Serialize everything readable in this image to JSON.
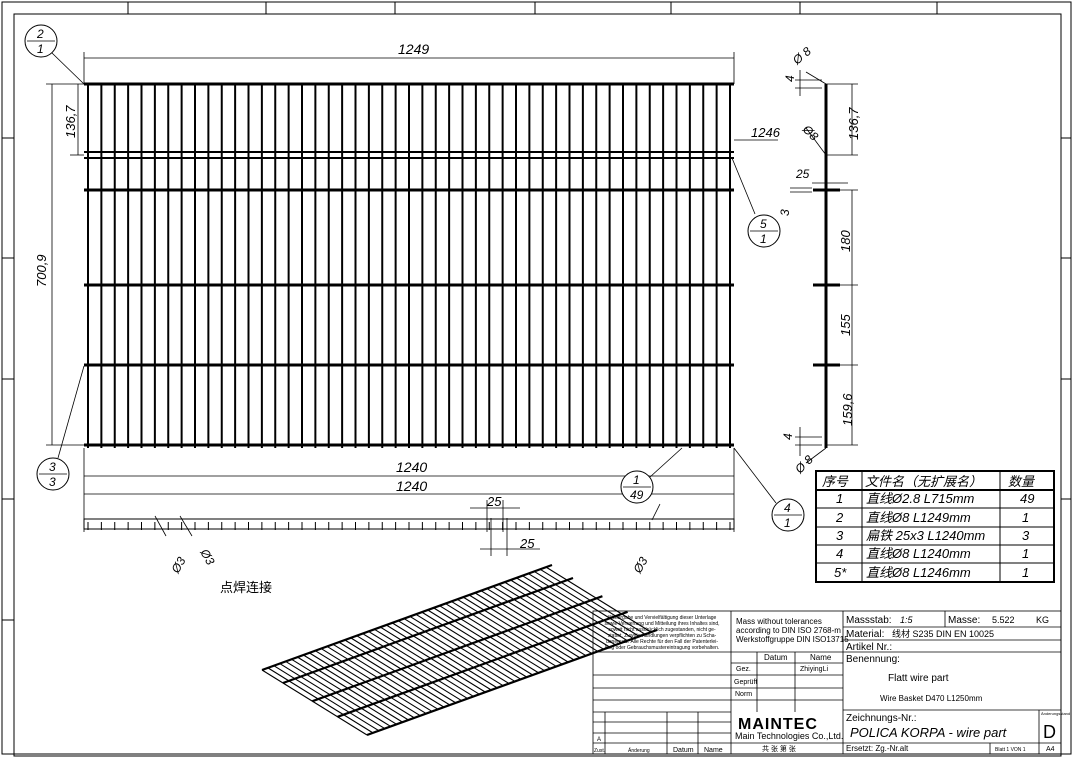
{
  "drawing": {
    "top_dims": {
      "overall_length": "1249",
      "right_length": "1246",
      "left_height": "136,7",
      "total_height": "700,9"
    },
    "side_dims": {
      "dia_top": "Ø 8",
      "dia_mid": "Ø8",
      "gap_top": "4",
      "h1": "136,7",
      "flat_w": "25",
      "flat_t": "3",
      "h2": "180",
      "h3": "155",
      "h4": "159,6",
      "gap_bottom": "4",
      "dia_bottom": "Ø 8"
    },
    "bottom_dims": {
      "l1": "1240",
      "l2": "1240",
      "d1": "25",
      "d2": "25",
      "wire1": "Ø3",
      "wire2": "Ø3",
      "wire3": "Ø3"
    },
    "weld_note": "点焊连接",
    "balloons": [
      {
        "top": "2",
        "bottom": "1"
      },
      {
        "top": "5",
        "bottom": "1"
      },
      {
        "top": "3",
        "bottom": "3"
      },
      {
        "top": "1",
        "bottom": "49"
      },
      {
        "top": "4",
        "bottom": "1"
      }
    ]
  },
  "bom": {
    "headers": [
      "序号",
      "文件名（无扩展名）",
      "数量"
    ],
    "rows": [
      {
        "no": "1",
        "name": "直线Ø2.8 L715mm",
        "qty": "49"
      },
      {
        "no": "2",
        "name": "直线Ø8 L1249mm",
        "qty": "1"
      },
      {
        "no": "3",
        "name": "扁铁 25x3 L1240mm",
        "qty": "3"
      },
      {
        "no": "4",
        "name": "直线Ø8 L1240mm",
        "qty": "1"
      },
      {
        "no": "5*",
        "name": "直线Ø8 L1246mm",
        "qty": "1"
      }
    ]
  },
  "title_block": {
    "copyright": [
      "Weitergabe und Vervielfältigung dieser Unterlage",
      "sowie Verwertung und Mitteilung ihres Inhaltes sind,",
      "soweit nicht ausdrücklich zugestanden, nicht ge-",
      "stattet. Zuwiderhandlungen verpflichten zu Scha-",
      "denersatz. Alle Rechte für den Fall der Patenterlei-",
      "lung oder Gebrauchsmustereintragung vorbehalten."
    ],
    "tolerance": [
      "Mass without tolerances",
      "according to DIN ISO 2768-m",
      "Werkstoffgruppe DIN ISO13715"
    ],
    "massstab_label": "Massstab:",
    "massstab": "1:5",
    "masse_label": "Masse:",
    "masse": "5.522",
    "masse_unit": "KG",
    "material_label": "Material:",
    "material": "线材 S235   DIN EN 10025",
    "artikel_label": "Artikel Nr.:",
    "benennung_label": "Benennung:",
    "benennung_1": "Flatt wire part",
    "benennung_2": "Wire Basket D470 L1250mm",
    "datum_label": "Datum",
    "name_label": "Name",
    "gez": "Gez.",
    "geprueft": "Geprüft",
    "norm": "Norm",
    "drawer": "ZhiyingLi",
    "logo": "MAINTEC",
    "company": "Main Technologies Co.,Ltd.",
    "zeichnungs_label": "Zeichnungs-Nr.:",
    "drawing_no": "POLICA KORPA - wire part",
    "aenderung_small": "Änderungsstand",
    "revision": "D",
    "rev_a": "A",
    "zust": "Zust.",
    "aenderung": "Änderung",
    "datum2": "Datum",
    "name2": "Name",
    "sheets": "共  张  第  张",
    "ersetzt": "Ersetzt: Zg.-Nr.alt",
    "blatt": "Blatt 1 VON 1",
    "format": "A4"
  }
}
